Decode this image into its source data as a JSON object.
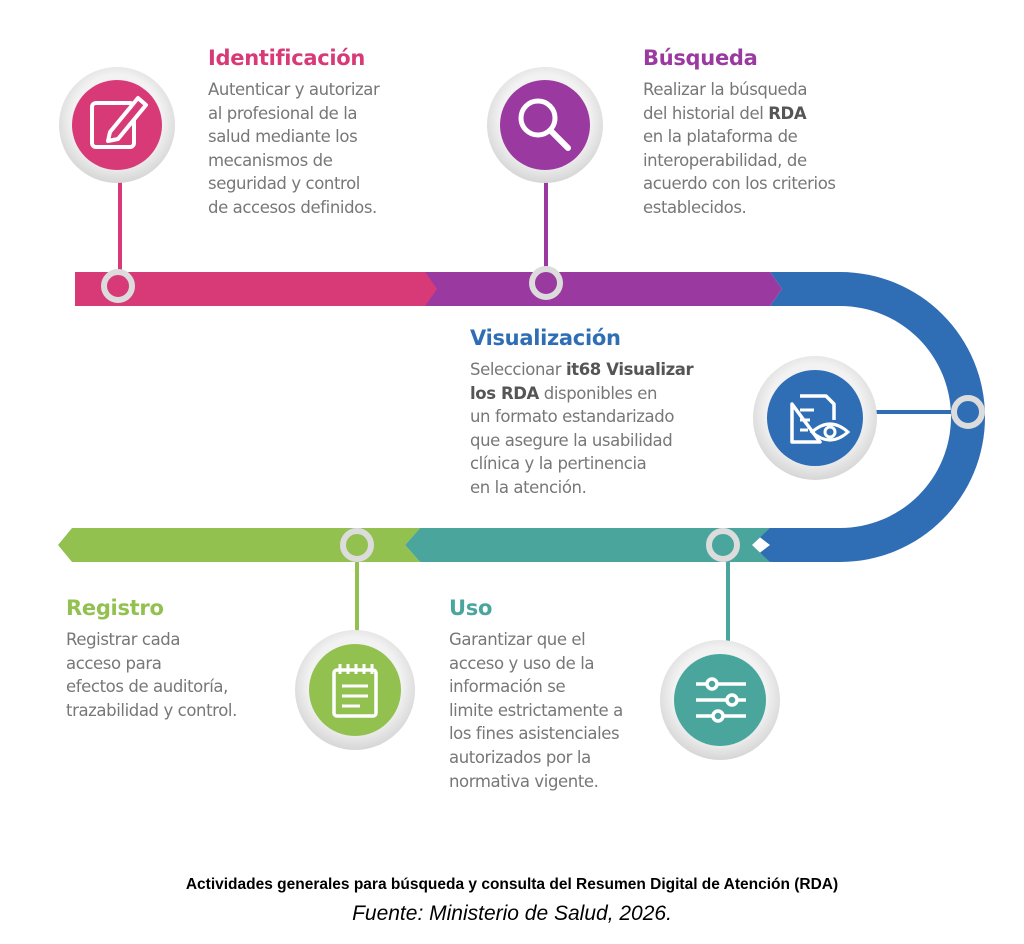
{
  "colors": {
    "identificacion": "#d83a78",
    "busqueda": "#9a3aa0",
    "visualizacion": "#2f6db5",
    "uso": "#4aa69d",
    "registro": "#93c150"
  },
  "steps": {
    "identificacion": {
      "title": "Identificación",
      "lines": [
        "Autenticar y autorizar",
        "al profesional de la",
        "salud mediante los",
        "mecanismos de",
        "seguridad y control",
        "de accesos definidos."
      ],
      "icon": "edit-icon"
    },
    "busqueda": {
      "title": "Búsqueda",
      "line1": "Realizar la búsqueda",
      "line2a": "del historial del ",
      "line2b": "RDA",
      "lines": [
        "en la plataforma de",
        "interoperabilidad, de",
        "acuerdo con los criterios",
        "establecidos."
      ],
      "icon": "search-icon"
    },
    "visualizacion": {
      "title": "Visualización",
      "line1a": "Seleccionar ",
      "line1b": "it68 Visualizar",
      "line2a": "los RDA",
      "line2b": " disponibles en",
      "lines": [
        "un formato estandarizado",
        "que asegure la usabilidad",
        "clínica y la pertinencia",
        "en la atención."
      ],
      "icon": "document-eye-icon"
    },
    "uso": {
      "title": "Uso",
      "lines": [
        "Garantizar que el",
        "acceso y uso de la",
        "información se",
        "limite estrictamente a",
        "los fines asistenciales",
        "autorizados por la",
        "normativa vigente."
      ],
      "icon": "sliders-icon"
    },
    "registro": {
      "title": "Registro",
      "lines": [
        "Registrar cada",
        "acceso para",
        "efectos de auditoría,",
        "trazabilidad y control."
      ],
      "icon": "notepad-icon"
    }
  },
  "caption": {
    "title": "Actividades generales para búsqueda y consulta del Resumen Digital de Atención (RDA)",
    "source": "Fuente: Ministerio de Salud, 2026."
  }
}
